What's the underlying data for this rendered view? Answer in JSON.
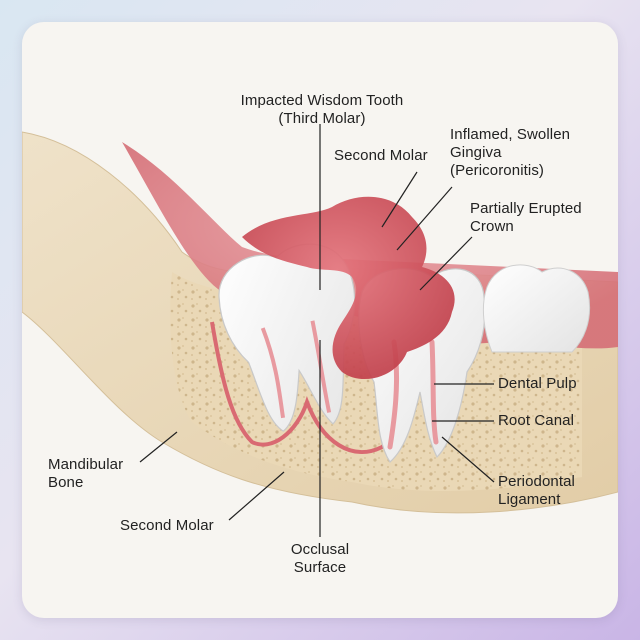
{
  "labels": {
    "impacted_wisdom_tooth": "Impacted Wisdom Tooth\n(Third Molar)",
    "second_molar_top": "Second Molar",
    "inflamed_gingiva": "Inflamed, Swollen\nGingiva\n(Pericoronitis)",
    "partially_erupted_crown": "Partially Erupted\nCrown",
    "dental_pulp": "Dental Pulp",
    "root_canal": "Root Canal",
    "periodontal_ligament": "Periodontal\nLigament",
    "mandibular_bone": "Mandibular\nBone",
    "second_molar_bottom": "Second Molar",
    "occlusal_surface": "Occlusal\nSurface"
  },
  "colors": {
    "background_start": "#d9e7f2",
    "background_end": "#c9b5e6",
    "card": "#f7f5f1",
    "bone": "#ecdcc0",
    "cancellous_bone": "#e6d2ae",
    "gum": "#e38a90",
    "inflamed_gum": "#d4555f",
    "enamel": "#fbfbfb",
    "pulp": "#e89aa0",
    "leader_line": "#222222"
  }
}
